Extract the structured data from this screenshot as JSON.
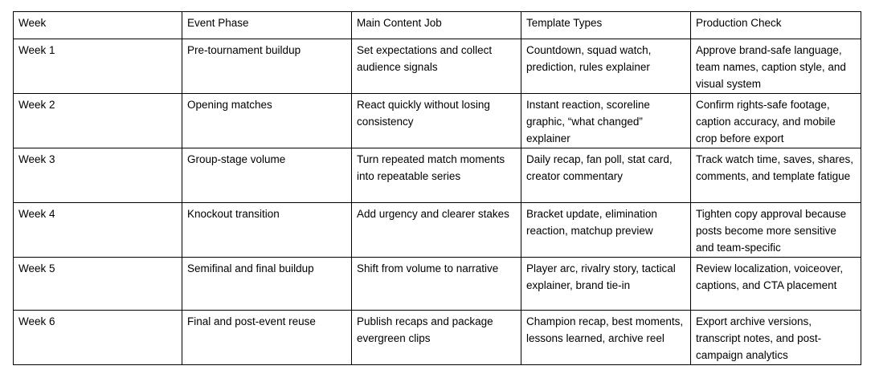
{
  "table": {
    "headers": [
      "Week",
      "Event Phase",
      "Main Content Job",
      "Template Types",
      "Production Check"
    ],
    "rows": [
      [
        "Week 1",
        "Pre-tournament buildup",
        "Set expectations and collect audience signals",
        "Countdown, squad watch, prediction, rules explainer",
        "Approve brand-safe language, team names, caption style, and visual system"
      ],
      [
        "Week 2",
        "Opening matches",
        "React quickly without losing consistency",
        "Instant reaction, scoreline graphic, “what changed” explainer",
        "Confirm rights-safe footage, caption accuracy, and mobile crop before export"
      ],
      [
        "Week 3",
        "Group-stage volume",
        "Turn repeated match moments into repeatable series",
        "Daily recap, fan poll, stat card, creator commentary",
        "Track watch time, saves, shares, comments, and template fatigue"
      ],
      [
        "Week 4",
        "Knockout transition",
        "Add urgency and clearer stakes",
        "Bracket update, elimination reaction, matchup preview",
        "Tighten copy approval because posts become more sensitive and team-specific"
      ],
      [
        "Week 5",
        "Semifinal and final buildup",
        "Shift from volume to narrative",
        "Player arc, rivalry story, tactical explainer, brand tie-in",
        "Review localization, voiceover, captions, and CTA placement"
      ],
      [
        "Week 6",
        "Final and post-event reuse",
        "Publish recaps and package evergreen clips",
        "Champion recap, best moments, lessons learned, archive reel",
        "Export archive versions, transcript notes, and post-campaign analytics"
      ]
    ]
  }
}
